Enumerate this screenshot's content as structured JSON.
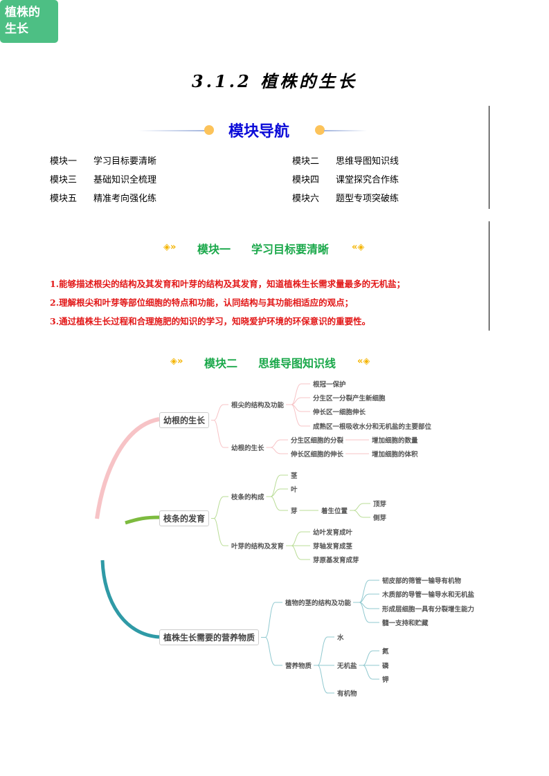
{
  "title": "3.1.2  植株的生长",
  "nav": {
    "title": "模块导航",
    "items": [
      {
        "num": "模块一",
        "label": "学习目标要清晰"
      },
      {
        "num": "模块二",
        "label": "思维导图知识线"
      },
      {
        "num": "模块三",
        "label": "基础知识全梳理"
      },
      {
        "num": "模块四",
        "label": "课堂探究合作练"
      },
      {
        "num": "模块五",
        "label": "精准考向强化练"
      },
      {
        "num": "模块六",
        "label": "题型专项突破练"
      }
    ]
  },
  "section1": {
    "num": "模块一",
    "label": "学习目标要清晰",
    "objectives": [
      {
        "n": "1.",
        "text": "能够描述根尖的结构及其发育和叶芽的结构及其发育，知道植株生长需求量最多的无机盐；"
      },
      {
        "n": "2.",
        "text": "理解根尖和叶芽等部位细胞的特点和功能，认同结构与其功能相适应的观点；"
      },
      {
        "n": "3.",
        "text": "通过植株生长过程和合理施肥的知识的学习，知晓爱护环境的环保意识的重要性。"
      }
    ]
  },
  "section2": {
    "num": "模块二",
    "label": "思维导图知识线"
  },
  "mindmap": {
    "root": "植株的\n生长",
    "b1": {
      "label": "幼根的生长",
      "c": [
        "根尖的结构及功能",
        "根冠一保护",
        "分生区一分裂产生新细胞",
        "伸长区一细胞伸长",
        "成熟区一根吸收水分和无机盐的主要部位",
        "幼根的生长",
        "分生区细胞的分裂",
        "增加细胞的数量",
        "伸长区细胞的伸长",
        "增加细胞的体积"
      ]
    },
    "b2": {
      "label": "枝条的发育",
      "c": [
        "枝条的构成",
        "茎",
        "叶",
        "芽",
        "着生位置",
        "顶芽",
        "侧芽",
        "叶芽的结构及发育",
        "幼叶发育成叶",
        "芽轴发育成茎",
        "芽原基发育成芽"
      ]
    },
    "b3": {
      "label": "植株生长需要的营养物质",
      "c": [
        "植物的茎的结构及功能",
        "韧皮部的筛管一输导有机物",
        "木质部的导管一输导水和无机盐",
        "形成层细胞一具有分裂增生能力",
        "髓一支持和贮藏",
        "营养物质",
        "水",
        "无机盐",
        "有机物",
        "氮",
        "磷",
        "钾"
      ]
    },
    "colors": {
      "b1": "#f7c3c6",
      "b2": "#7dbb3f",
      "b3": "#2f9aa6",
      "root": "#4dbf84"
    }
  }
}
